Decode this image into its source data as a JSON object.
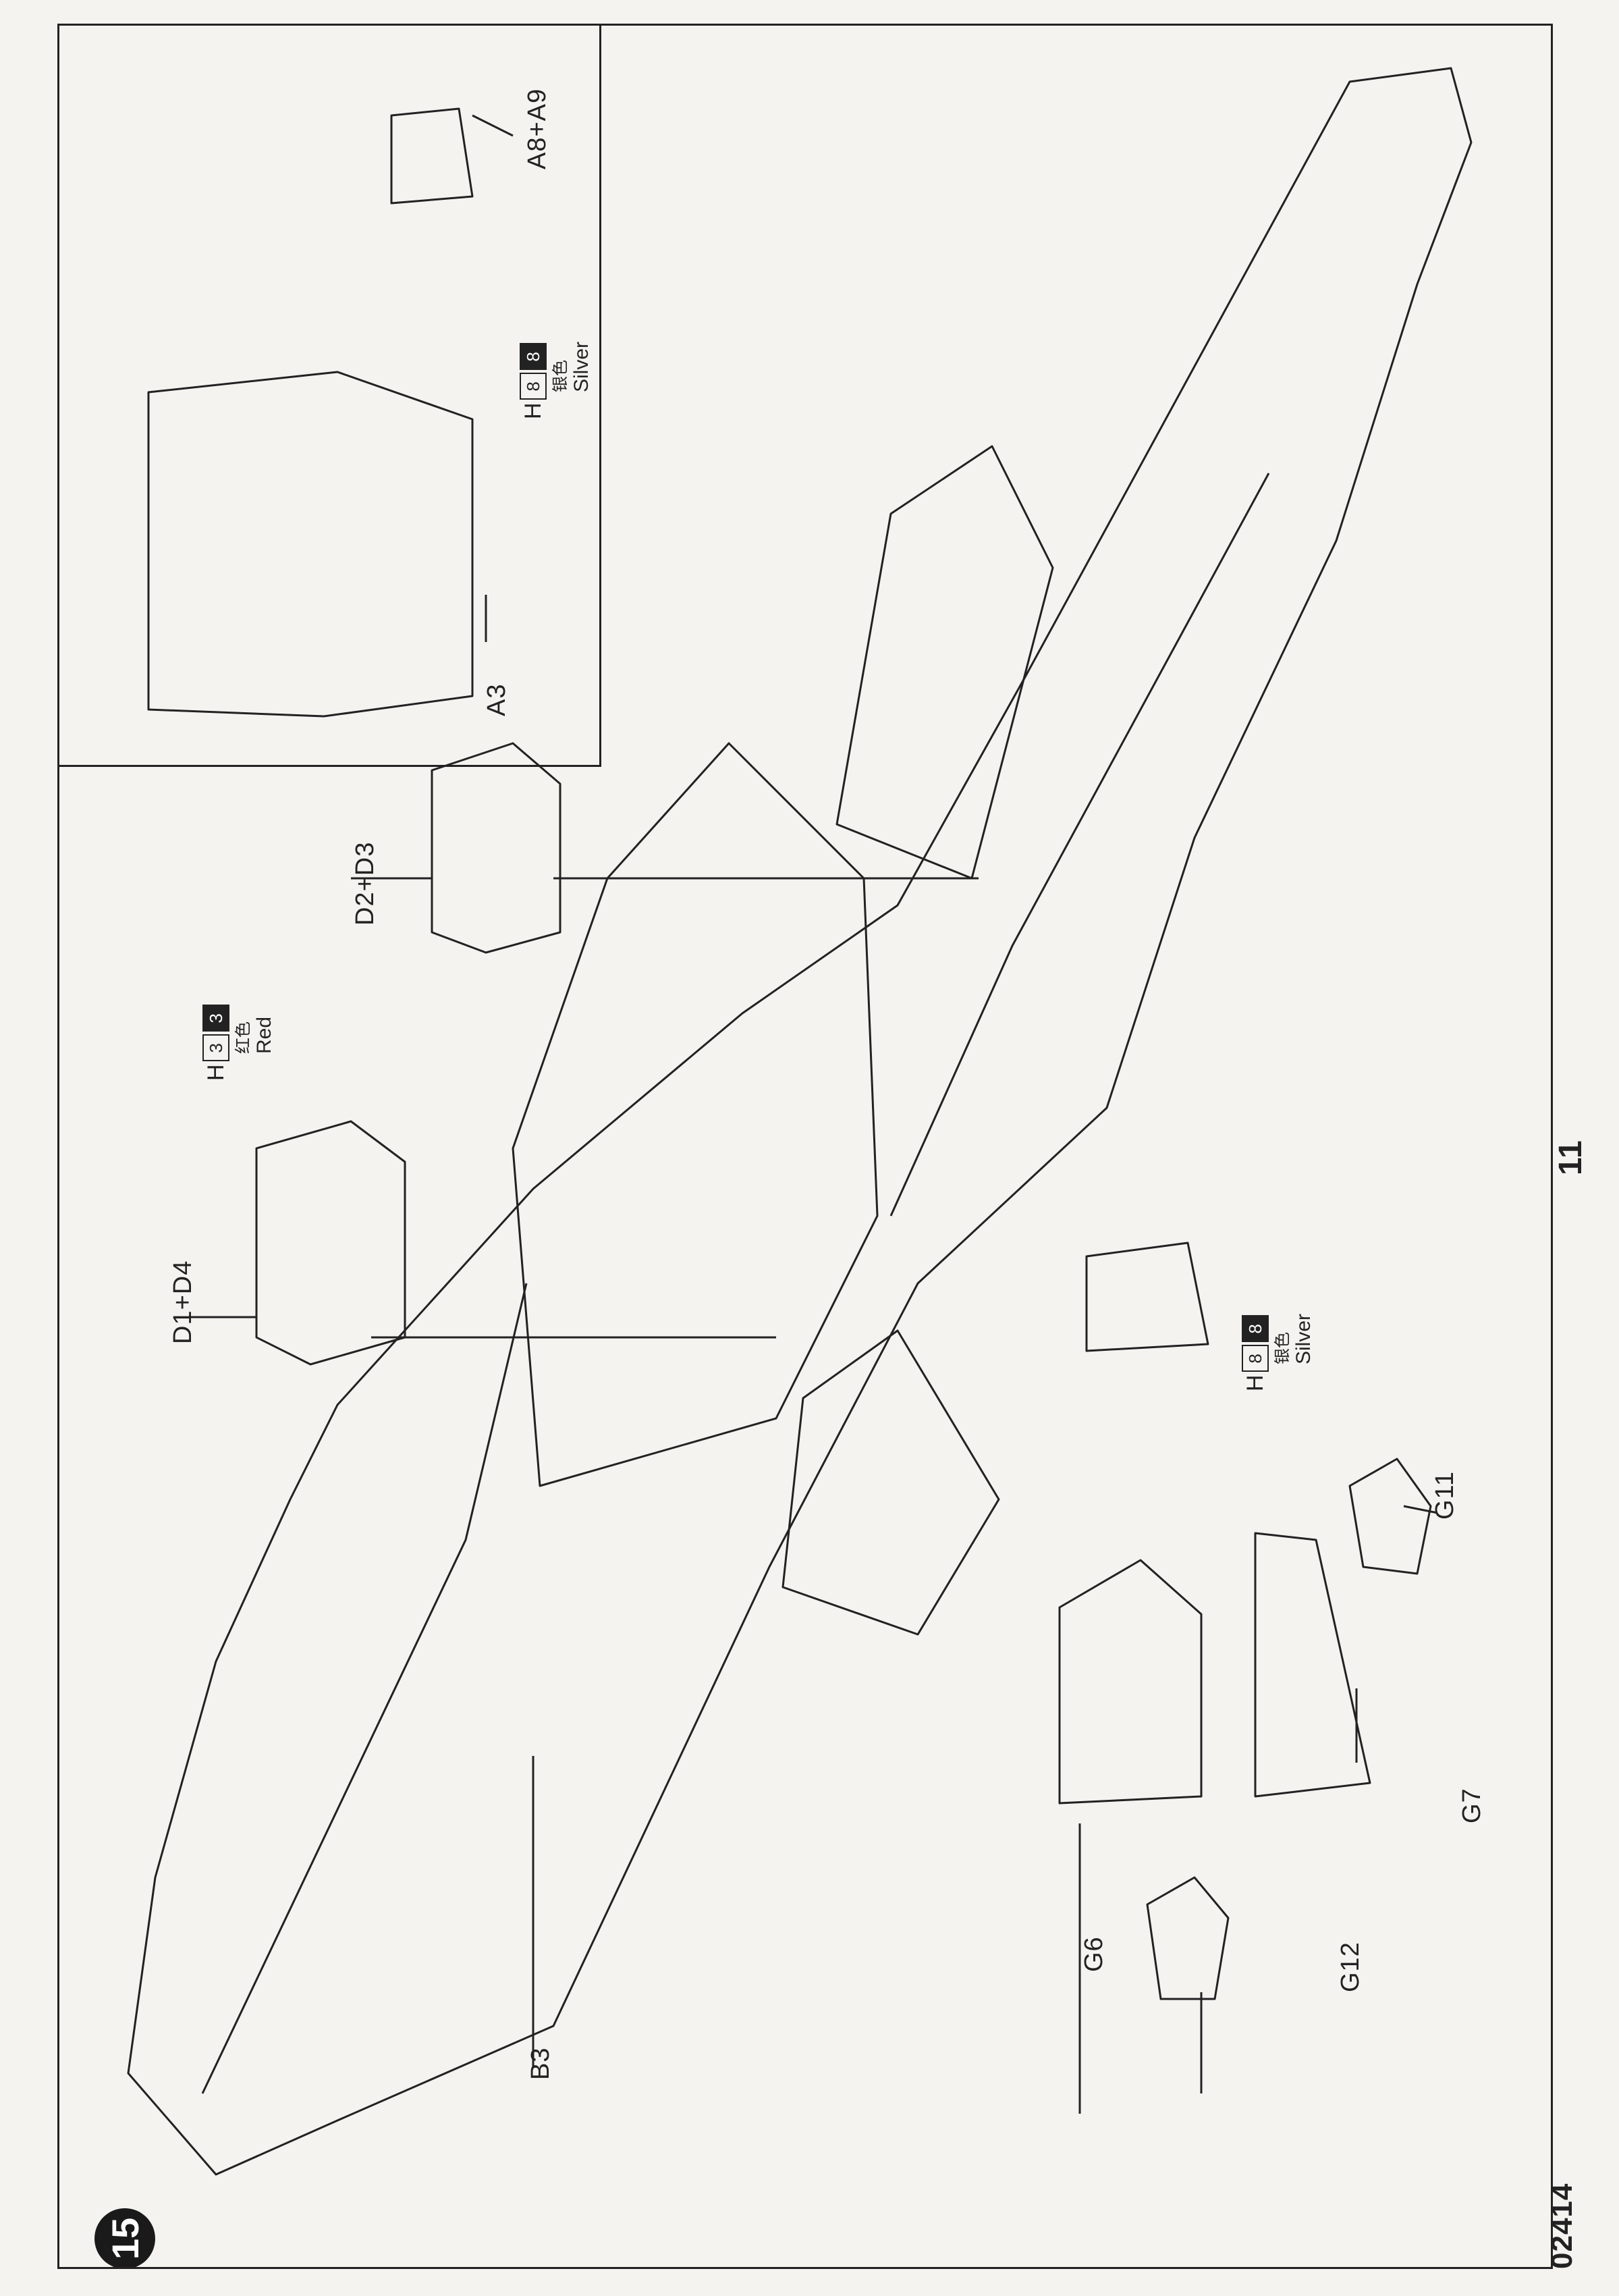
{
  "page": {
    "step_number": "15",
    "kit_number": "02414",
    "page_number": "11"
  },
  "parts": {
    "b3": "B3",
    "g6": "G6",
    "g12": "G12",
    "g7": "G7",
    "g11": "G11",
    "d1_d4": "D1+D4",
    "d2_d3": "D2+D3",
    "a3": "A3",
    "a8_a9": "A8+A9"
  },
  "paint_callouts": [
    {
      "prefix": "H",
      "code_light": "8",
      "code_dark": "8",
      "chinese": "银色",
      "name": "Silver"
    },
    {
      "prefix": "H",
      "code_light": "3",
      "code_dark": "3",
      "chinese": "红色",
      "name": "Red"
    },
    {
      "prefix": "H",
      "code_light": "8",
      "code_dark": "8",
      "chinese": "银色",
      "name": "Silver"
    }
  ],
  "colors": {
    "line": "#222222",
    "paper": "#f4f3f0"
  }
}
